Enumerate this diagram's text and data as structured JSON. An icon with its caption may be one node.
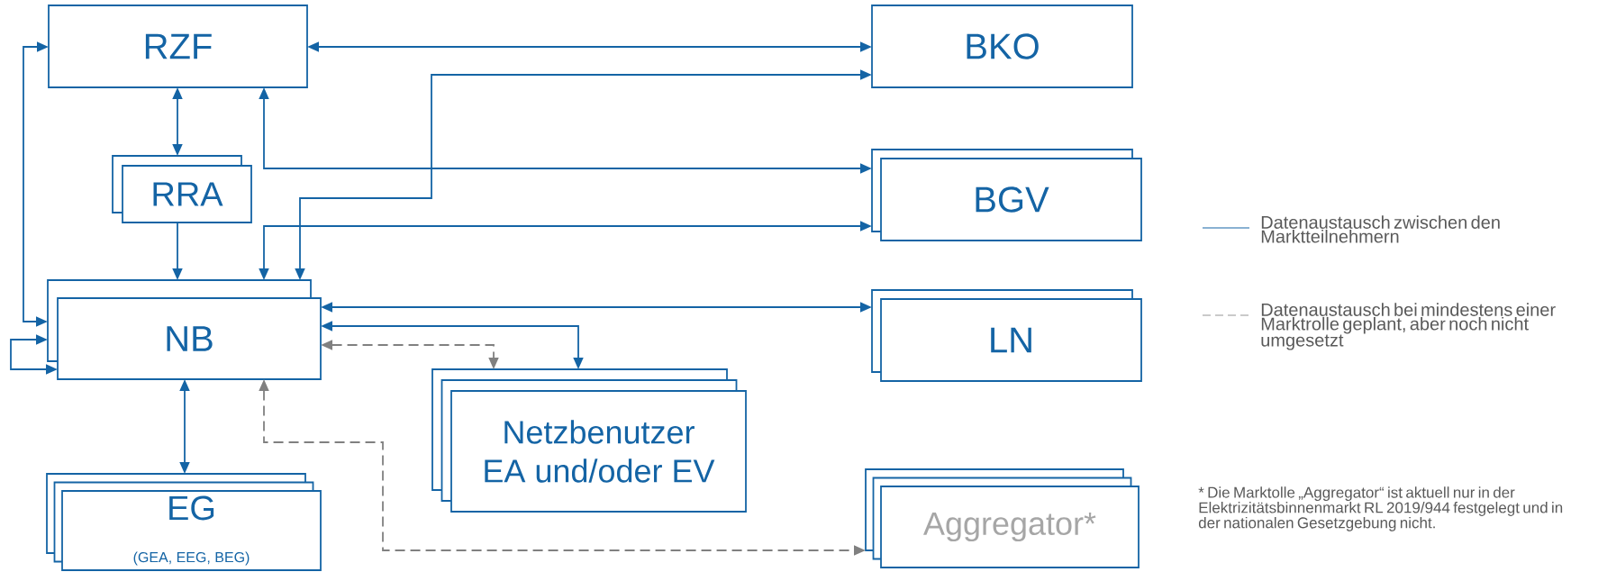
{
  "diagram": {
    "nodes": [
      {
        "text": [
          "RZF"
        ]
      },
      {
        "text": [
          "BKO"
        ]
      },
      {
        "text": [
          "RRA"
        ]
      },
      {
        "text": [
          "BGV"
        ]
      },
      {
        "text": [
          "NB"
        ]
      },
      {
        "text": [
          "LN"
        ]
      },
      {
        "text": [
          "Netzbenutzer EA und/oder EV"
        ]
      },
      {
        "text": [
          "EG",
          "(GEA, EEG, BEG)"
        ]
      },
      {
        "text": [
          "Aggregator*"
        ]
      }
    ],
    "edges": [
      {
        "from": 0,
        "to": 1,
        "arrow": "both"
      },
      {
        "from": 0,
        "to": 2,
        "arrow": "both"
      },
      {
        "from": 2,
        "to": 4,
        "arrow": "to"
      },
      {
        "from": 0,
        "to": 3,
        "arrow": "both"
      },
      {
        "from": 1,
        "to": 4,
        "arrow": "both"
      },
      {
        "from": 3,
        "to": 4,
        "arrow": "both"
      },
      {
        "from": 4,
        "to": 5,
        "arrow": "both"
      },
      {
        "from": 4,
        "to": 6,
        "arrow": "both"
      },
      {
        "from": 4,
        "to": 6,
        "arrow": "both",
        "style": "dashed",
        "color": "#808080"
      },
      {
        "from": 4,
        "to": 7,
        "arrow": "both"
      },
      {
        "from": 4,
        "to": 8,
        "arrow": "both",
        "style": "dashed",
        "color": "#808080"
      },
      {
        "from": 0,
        "to": 4,
        "arrow": "both"
      },
      {
        "from": 4,
        "to": 4,
        "arrow": "both"
      }
    ],
    "labels": [
      "* Die Marktolle „Aggregator“ ist aktuell nur in der Elektrizitätsbinnenmarkt RL 2019/944 festgelegt und in der nationalen Gesetzgebung nicht."
    ],
    "legend": [
      {
        "text": "Datenaustausch zwischen den Marktteilnehmern"
      },
      {
        "text": "Datenaustausch bei mindestens einer Marktrolle geplant, aber noch nicht umgesetzt"
      }
    ]
  }
}
